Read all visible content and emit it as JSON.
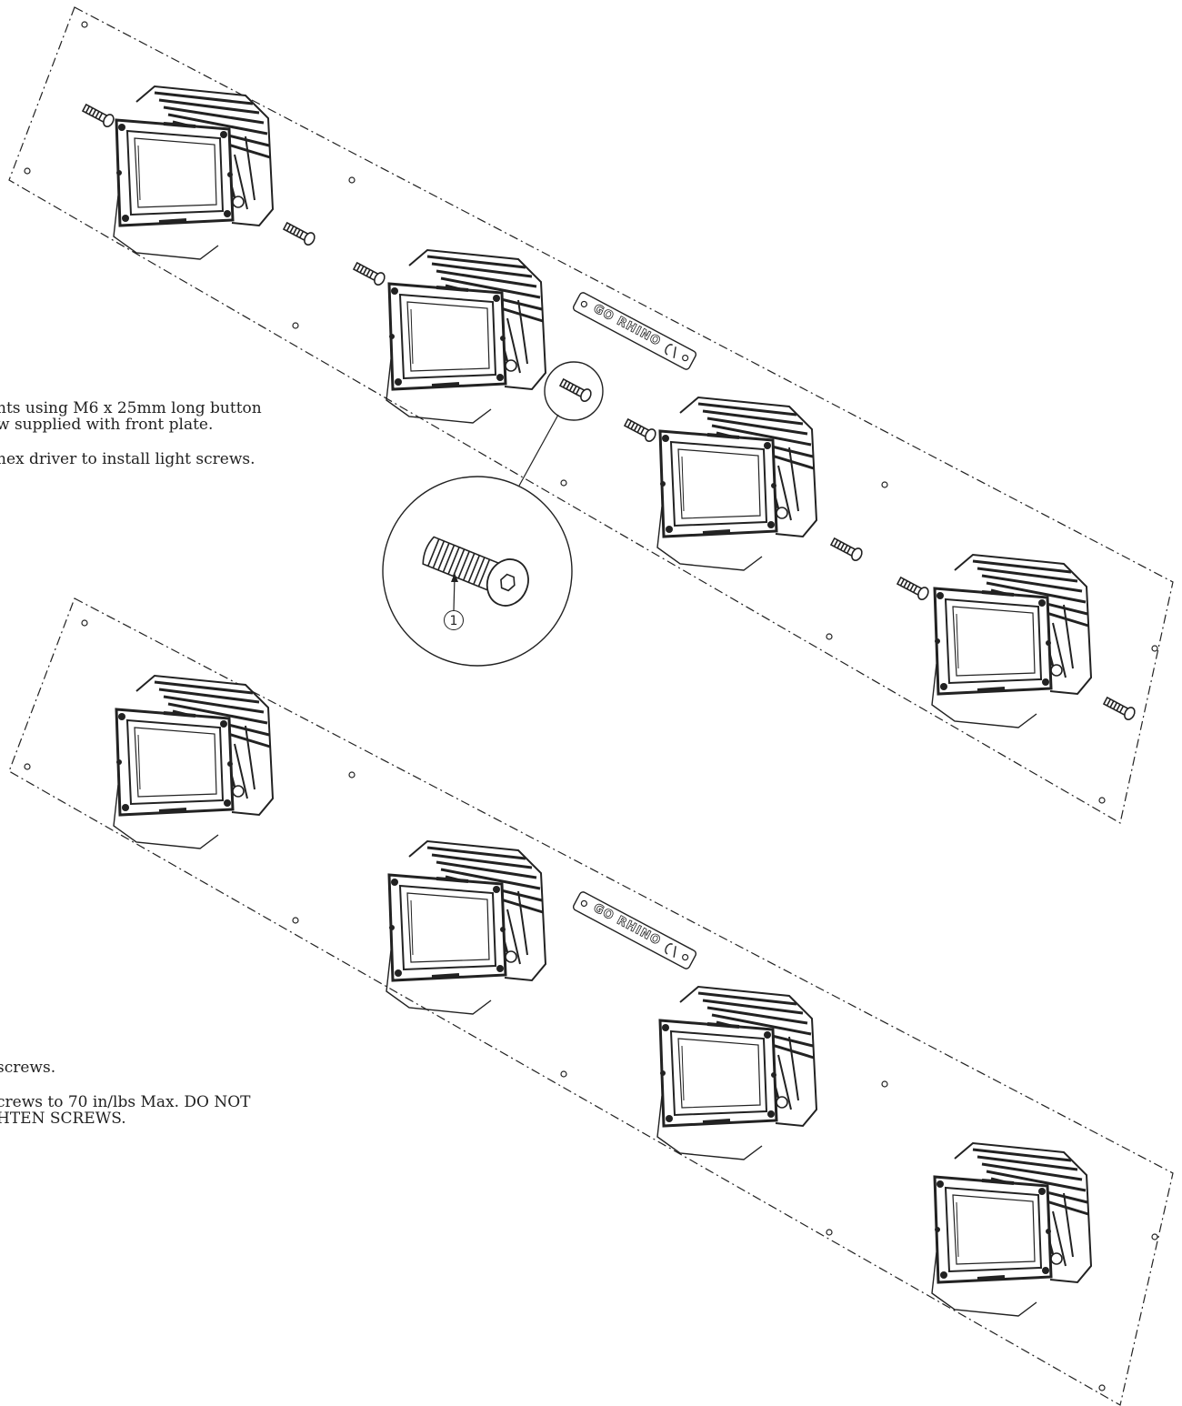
{
  "notes": {
    "step1_line1": "nts using M6 x 25mm long button",
    "step1_line2": "w supplied with front plate.",
    "step2": "hex driver to install light screws.",
    "step3": "screws.",
    "step4_line1": "crews to 70 in/lbs Max. DO NOT",
    "step4_line2": "HTEN SCREWS."
  },
  "callout": {
    "number": "1"
  },
  "logo_text": "GO RHINO",
  "colors": {
    "line": "#222222",
    "background": "#ffffff"
  }
}
